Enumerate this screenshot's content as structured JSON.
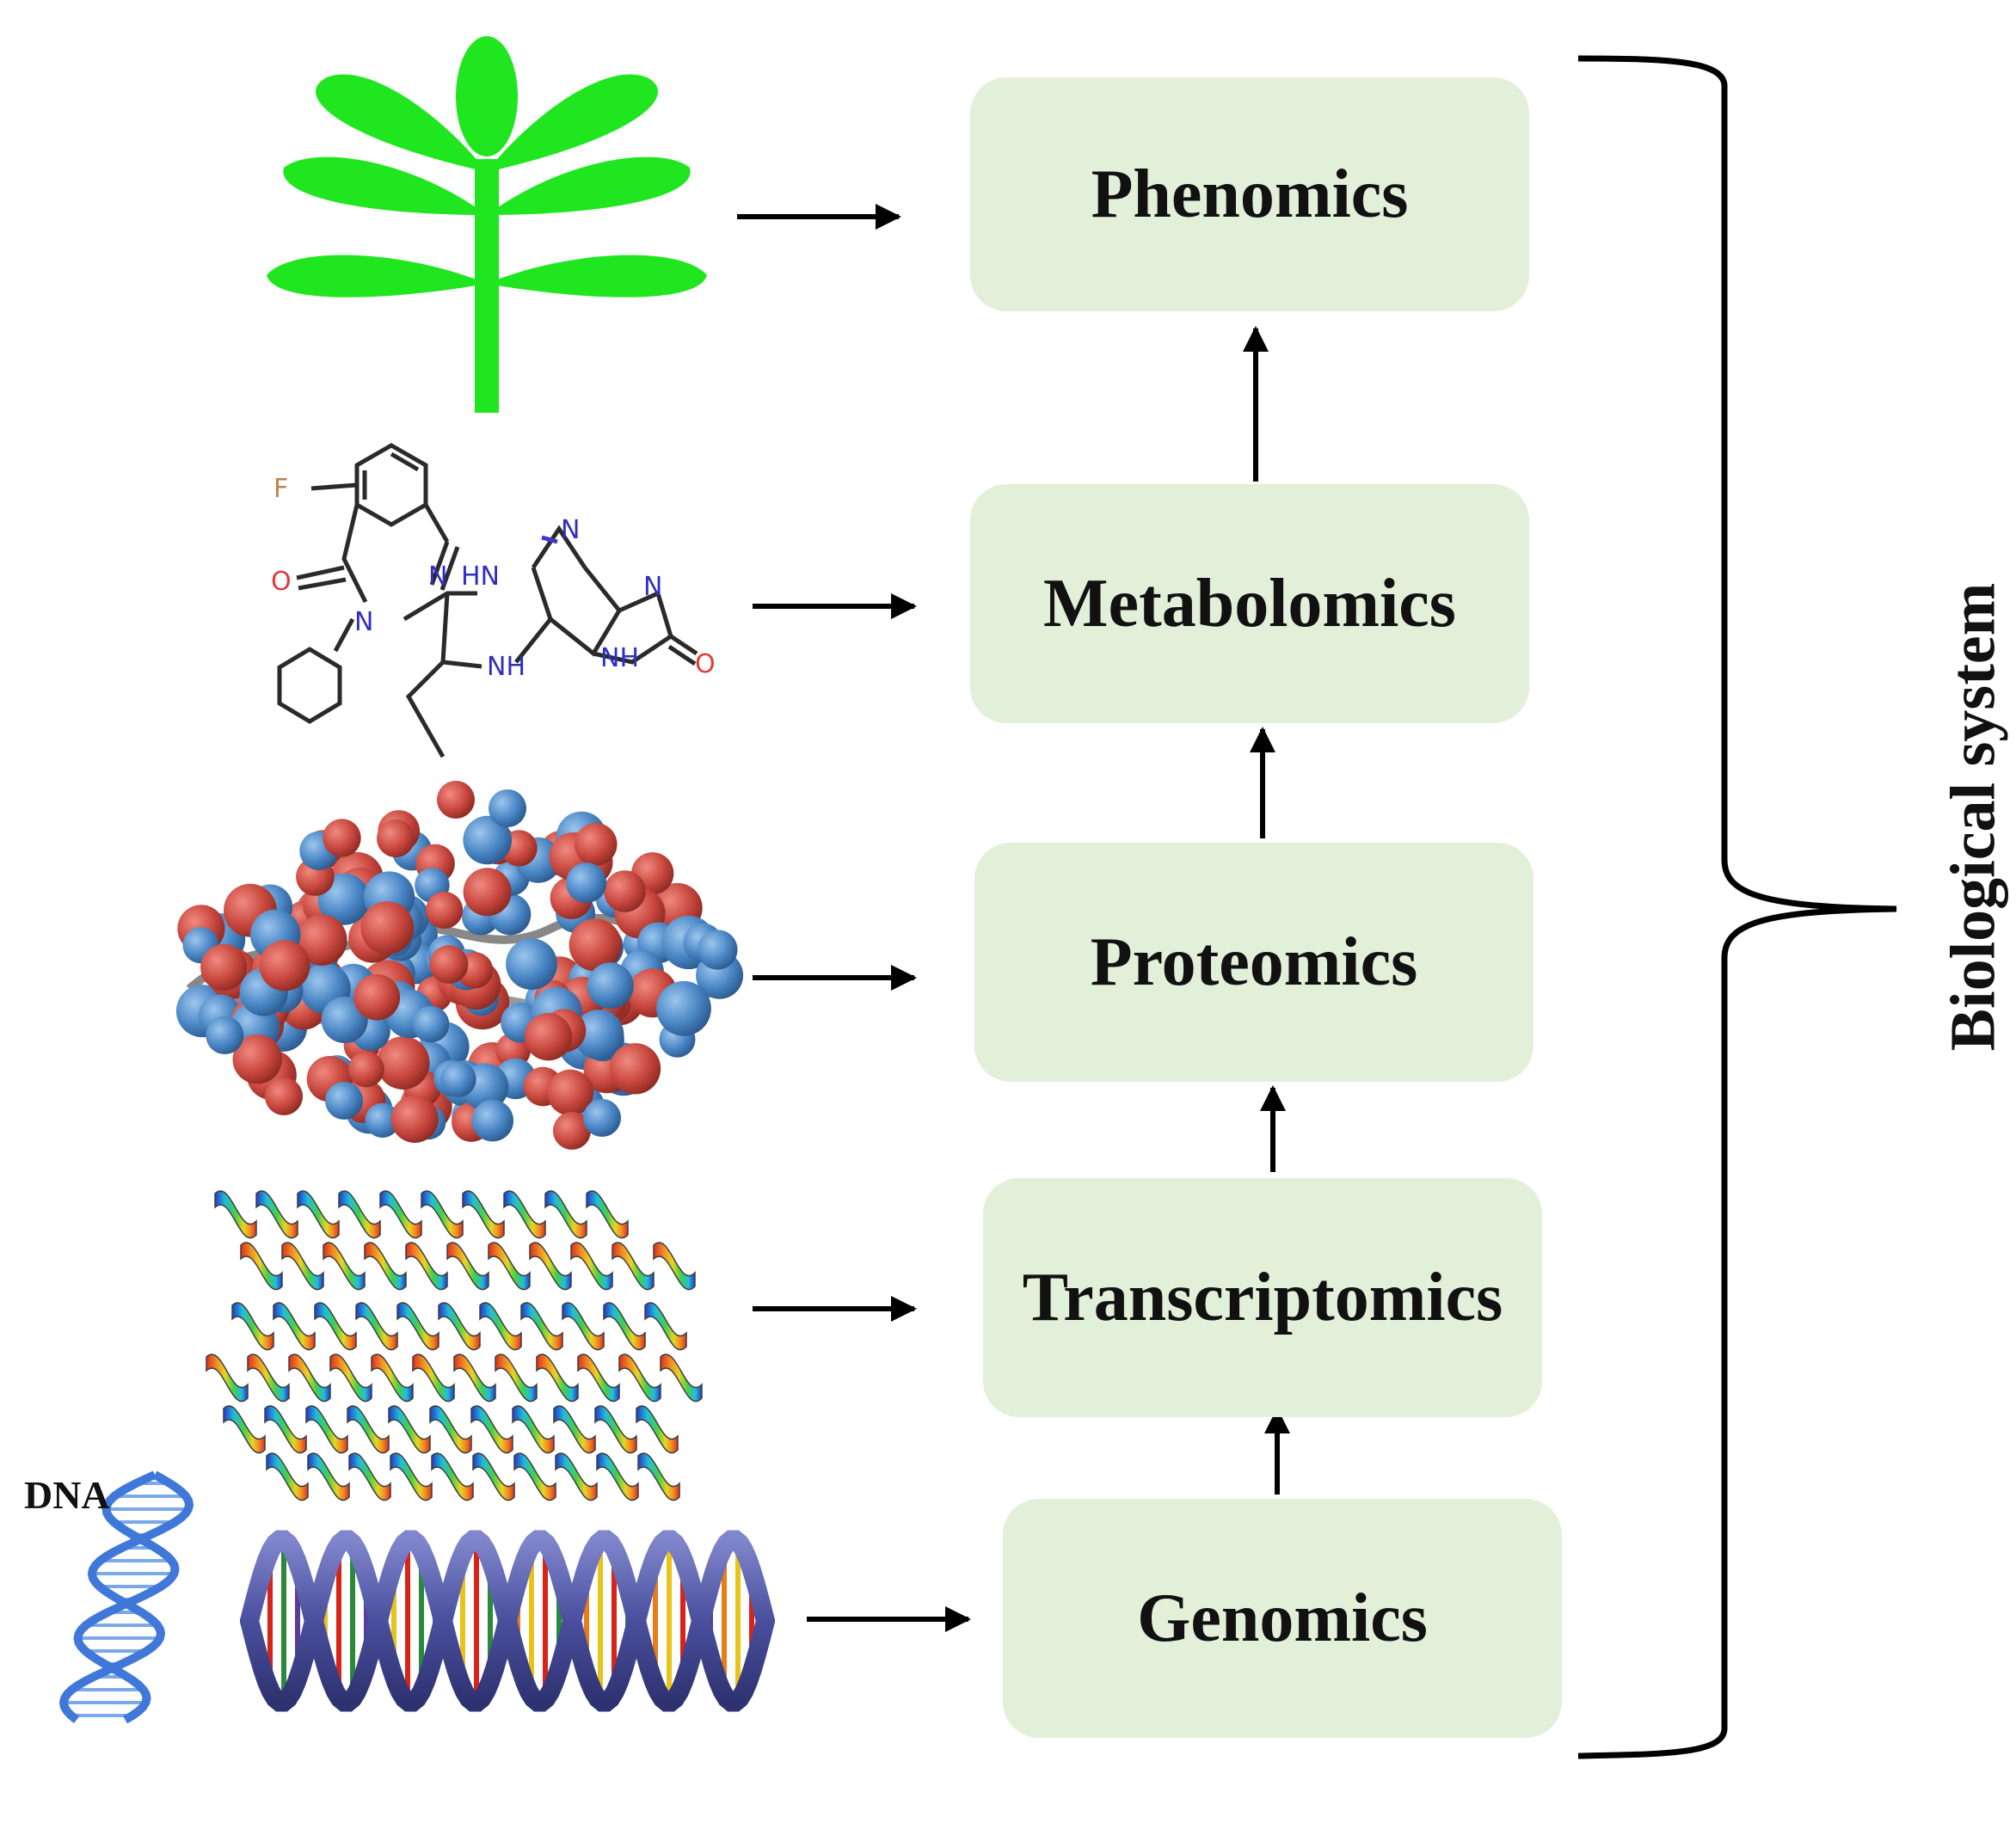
{
  "omics_layers": [
    {
      "key": "phenomics",
      "label": "Phenomics"
    },
    {
      "key": "metabolomics",
      "label": "Metabolomics"
    },
    {
      "key": "proteomics",
      "label": "Proteomics"
    },
    {
      "key": "transcriptomics",
      "label": "Transcriptomics"
    },
    {
      "key": "genomics",
      "label": "Genomics"
    }
  ],
  "bracket_label": "Biological system",
  "illustrations": {
    "plant": "plant-icon",
    "molecule": "small-molecule-structure",
    "protein": "protein-sphere-model",
    "helix_ribbons": "helix-ribbon-structure",
    "dna": "dna-double-helix",
    "dna_label": "DNA"
  },
  "molecule_atoms": {
    "fluorine": "F",
    "oxygen_1": "O",
    "oxygen_2": "O",
    "nitrogen_1": "N",
    "nitrogen_2": "N",
    "nitrogen_3": "N",
    "nitrogen_4": "N",
    "hn": "HN",
    "nh_1": "NH",
    "nh_2": "NH"
  },
  "colors": {
    "box_fill": "#e2efd9",
    "plant_green": "#1fe61f",
    "atom_red": "#c9483f",
    "atom_blue": "#4a86c5",
    "dna_blue": "#4a4f9e"
  }
}
